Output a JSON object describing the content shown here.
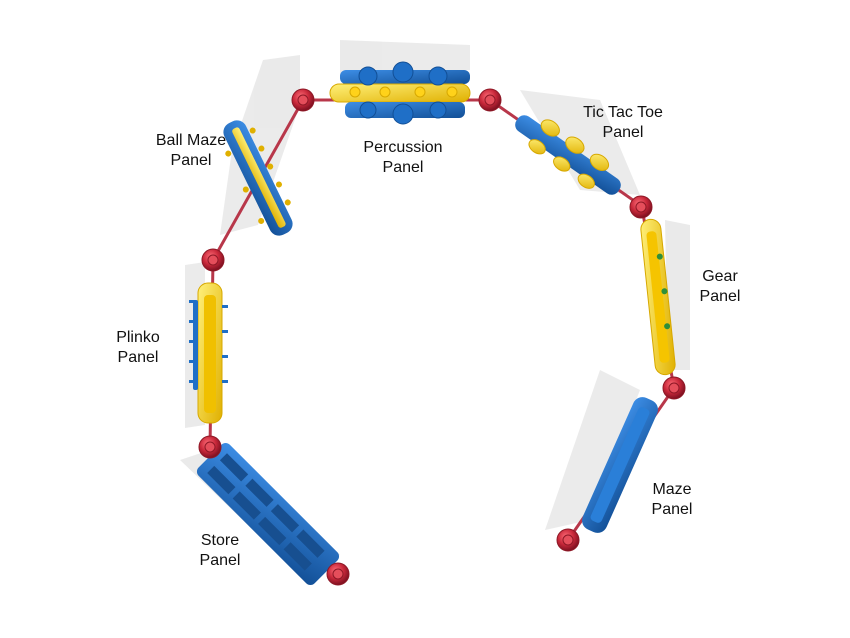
{
  "colors": {
    "post": "#c8283a",
    "post_dark": "#8e1826",
    "panel_blue": "#1f6fc7",
    "panel_blue_dark": "#124f96",
    "panel_yellow": "#ffd21a",
    "panel_yellow_dark": "#d7a800",
    "rail": "#b8374a",
    "shadow": "#e3e3e3",
    "text": "#111111"
  },
  "labels": {
    "percussion": {
      "line1": "Percussion",
      "line2": "Panel"
    },
    "ball_maze": {
      "line1": "Ball Maze",
      "line2": "Panel"
    },
    "tic_tac_toe": {
      "line1": "Tic Tac Toe",
      "line2": "Panel"
    },
    "gear": {
      "line1": "Gear",
      "line2": "Panel"
    },
    "plinko": {
      "line1": "Plinko",
      "line2": "Panel"
    },
    "maze": {
      "line1": "Maze",
      "line2": "Panel"
    },
    "store": {
      "line1": "Store",
      "line2": "Panel"
    }
  }
}
